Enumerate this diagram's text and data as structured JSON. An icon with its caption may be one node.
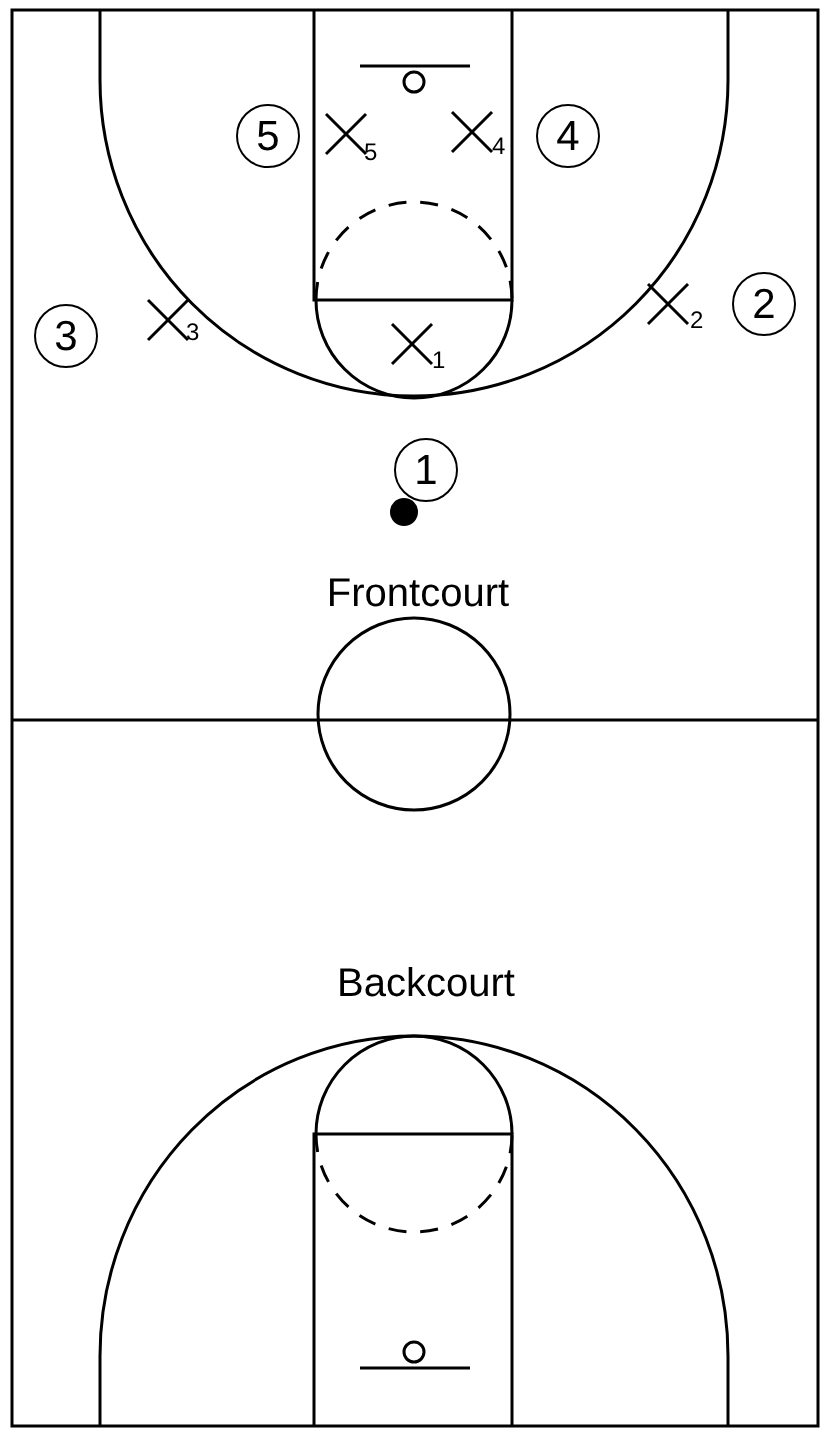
{
  "diagram": {
    "nodes": [
      {
        "text": [
          "5"
        ]
      },
      {
        "text": [
          "4"
        ]
      },
      {
        "text": [
          "2"
        ]
      },
      {
        "text": [
          "3"
        ]
      },
      {
        "text": [
          "1"
        ]
      }
    ],
    "labels": [
      "5",
      "4",
      "2",
      "3",
      "1",
      "Frontcourt",
      "Backcourt"
    ]
  }
}
